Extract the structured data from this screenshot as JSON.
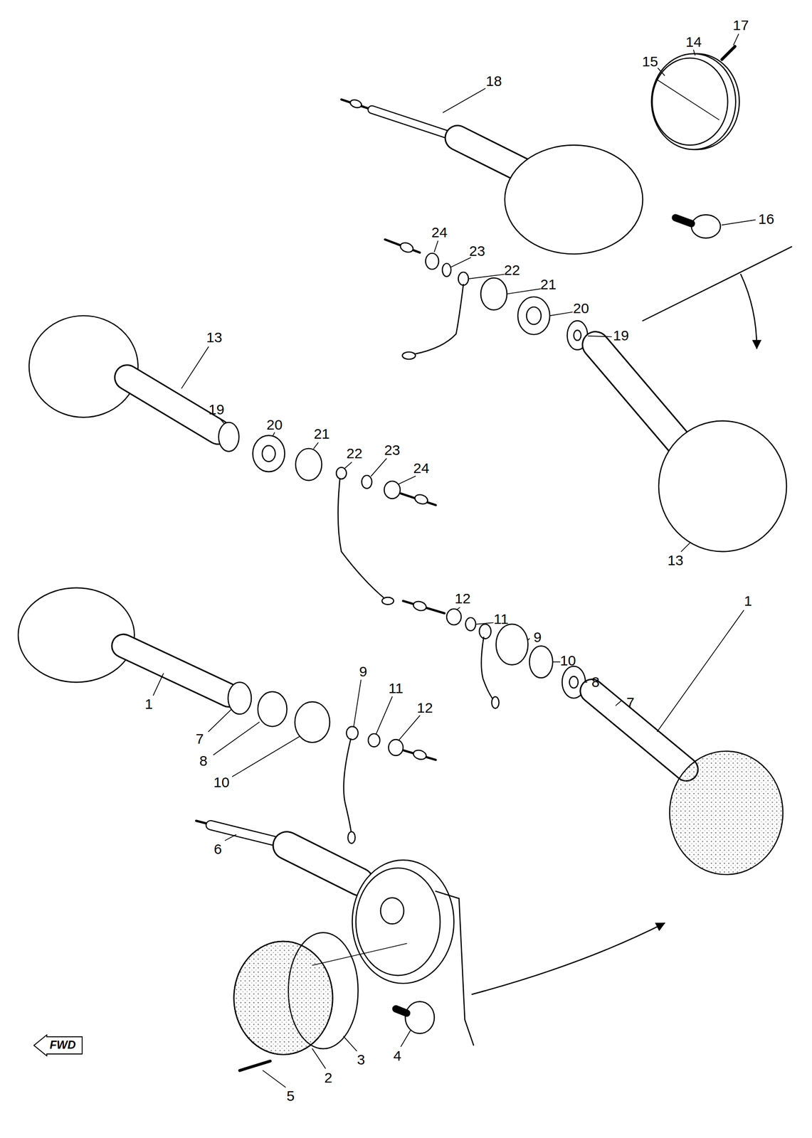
{
  "diagram": {
    "nodes": [
      {
        "text": [
          "FWD"
        ]
      }
    ],
    "labels": [
      "17",
      "18",
      "14",
      "15",
      "16",
      "24",
      "23",
      "22",
      "21",
      "20",
      "19",
      "13",
      "19",
      "20",
      "21",
      "22",
      "23",
      "24",
      "13",
      "12",
      "11",
      "9",
      "1",
      "10",
      "8",
      "7",
      "9",
      "11",
      "12",
      "1",
      "7",
      "8",
      "10",
      "6",
      "4",
      "3",
      "2",
      "5"
    ]
  }
}
